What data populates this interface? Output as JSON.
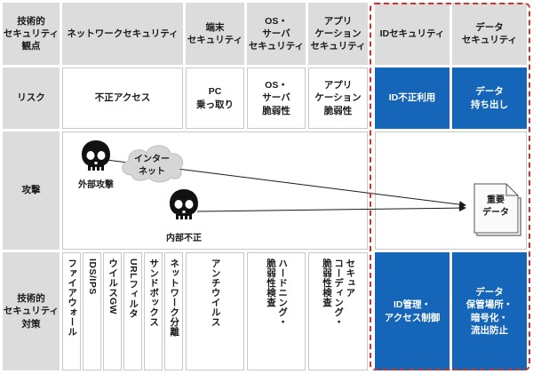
{
  "header": {
    "perspective": "技術的\nセキュリティ\n観点",
    "network": "ネットワークセキュリティ",
    "terminal": "端末\nセキュリティ",
    "os_server": "OS・\nサーバ\nセキュリティ",
    "application": "アプリ\nケーション\nセキュリティ",
    "id": "IDセキュリティ",
    "data": "データ\nセキュリティ"
  },
  "risk": {
    "label": "リスク",
    "network": "不正アクセス",
    "terminal": "PC\n乗っ取り",
    "os_server": "OS・\nサーバ\n脆弱性",
    "application": "アプリ\nケーション\n脆弱性",
    "id": "ID不正利用",
    "data": "データ\n持ち出し"
  },
  "attack": {
    "label": "攻撃",
    "external": "外部攻撃",
    "internet": "インター\nネット",
    "internal": "内部不正",
    "target": "重要\nデータ"
  },
  "measures": {
    "label": "技術的\nセキュリティ\n対策",
    "network_items": [
      "ファイアウォール",
      "IDS/IPS",
      "ウイルスGW",
      "URLフィルタ",
      "サンドボックス",
      "ネットワーク分離"
    ],
    "terminal": "アンチウイルス",
    "os_server": "ハードニング・\n脆弱性検査",
    "application": "セキュア\nコーディング・\n脆弱性検査",
    "id": "ID管理・\nアクセス制御",
    "data": "データ\n保管場所・\n暗号化・\n流出防止"
  },
  "colors": {
    "accent_blue": "#1565b8",
    "header_gray": "#dcdcdc",
    "dashed_red": "#d0322f"
  },
  "icons": [
    "skull-icon",
    "cloud-icon",
    "document-icon",
    "arrow-icon"
  ]
}
